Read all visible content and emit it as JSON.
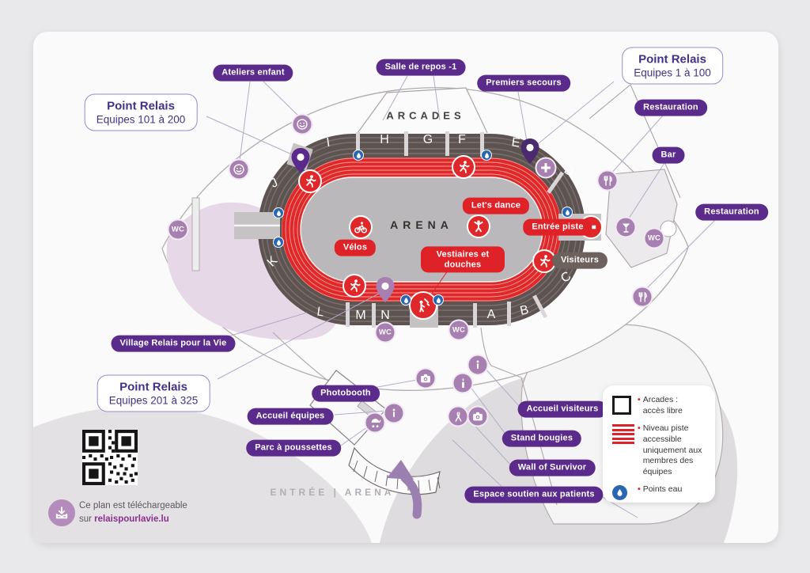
{
  "map": {
    "arcades": "ARCADES",
    "arena": "ARENA",
    "entrance": "ENTRÉE | ARENA",
    "wc": "WC"
  },
  "sections": [
    "I",
    "H",
    "G",
    "F",
    "E",
    "D",
    "C",
    "B",
    "A",
    "N",
    "M",
    "L",
    "K",
    "J"
  ],
  "point_relais": [
    {
      "title": "Point Relais",
      "subtitle": "Equipes 1 à 100"
    },
    {
      "title": "Point Relais",
      "subtitle": "Equipes 101 à 200"
    },
    {
      "title": "Point Relais",
      "subtitle": "Equipes 201 à 325"
    }
  ],
  "purple_badges": [
    "Ateliers enfant",
    "Salle de repos -1",
    "Premiers secours",
    "Restauration",
    "Bar",
    "Restauration",
    "Village Relais pour la Vie",
    "Photobooth",
    "Accueil équipes",
    "Parc à poussettes",
    "Accueil visiteurs",
    "Stand bougies",
    "Wall of Survivor",
    "Espace soutien aux patients"
  ],
  "red_badges": [
    "Let's dance",
    "Entrée piste",
    "Vélos",
    "Vestiaires et douches"
  ],
  "visiteurs_badge": "Visiteurs",
  "legend": {
    "arcades": "Arcades :\naccès libre",
    "track": "Niveau piste accessible uniquement aux membres des équipes",
    "water": "Points eau"
  },
  "footer": {
    "line1": "Ce plan est téléchargeable",
    "line2_prefix": "sur ",
    "link": "relaispourlavie.lu"
  },
  "icon_names": [
    "smiley-icon",
    "map-pin-icon",
    "first-aid-icon",
    "fork-knife-icon",
    "cocktail-icon",
    "wc-badge",
    "runner-icon",
    "cyclist-icon",
    "dancer-icon",
    "shower-icon",
    "arrow-left-icon",
    "water-point-icon",
    "camera-icon",
    "info-icon",
    "candle-icon",
    "ribbon-icon",
    "stroller-icon",
    "download-icon",
    "qr-code"
  ],
  "colors": {
    "badge_purple": "#5b2b8c",
    "icon_lavender": "#a77fb0",
    "red": "#df2228",
    "water_blue": "#2a67b2",
    "stands_brown": "#5d5350",
    "infield_gray": "#bab8ba",
    "village_pink": "#e6d8e6"
  }
}
